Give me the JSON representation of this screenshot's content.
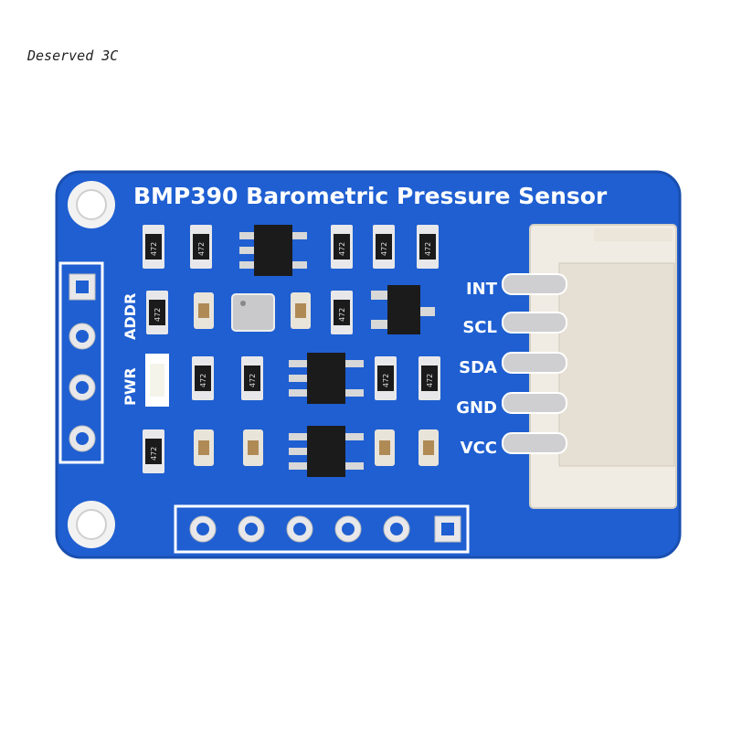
{
  "watermark": "Deserved 3C",
  "board": {
    "title": "BMP390 Barometric Pressure Sensor",
    "colors": {
      "pcb": "#1f5fd1",
      "pcb_edge": "#1a4fb0",
      "silk": "#ffffff",
      "pad": "#e8e8ea",
      "connector": "#f1ece3",
      "chip": "#1b1b1b"
    },
    "side_labels": {
      "addr": "ADDR",
      "pwr": "PWR"
    },
    "pins": [
      "INT",
      "SCL",
      "SDA",
      "GND",
      "VCC"
    ],
    "resistor_code": "472"
  }
}
